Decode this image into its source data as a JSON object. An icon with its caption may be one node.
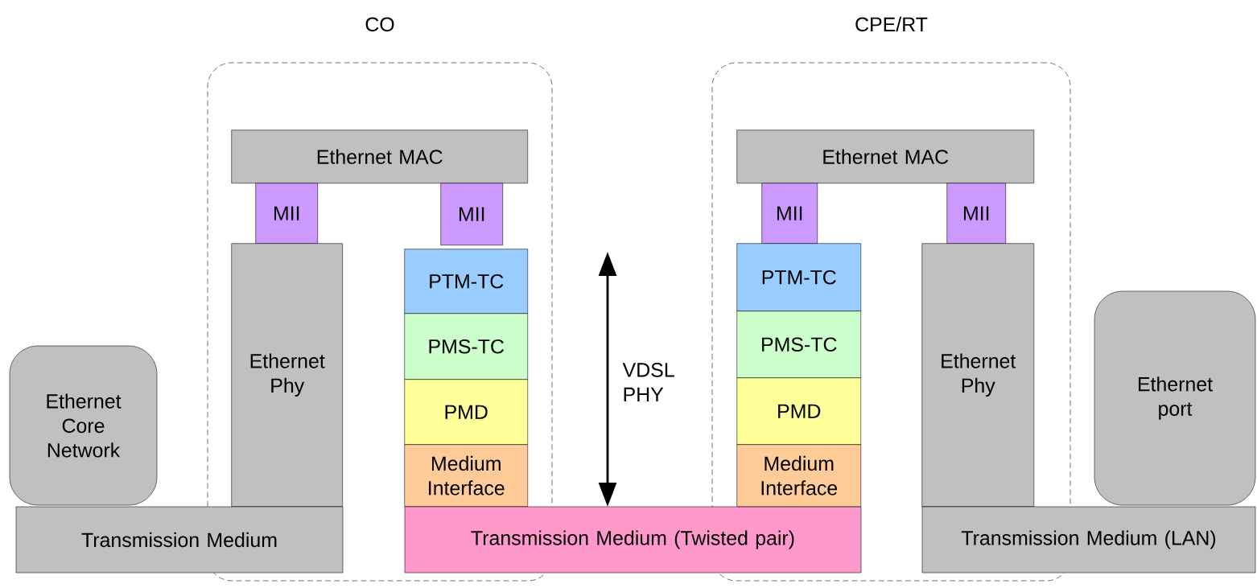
{
  "diagram": {
    "nodes": [
      {
        "text": [
          "CO"
        ]
      },
      {
        "text": [
          "CPE/RT"
        ]
      },
      {
        "text": [
          "Ethernet Core Network"
        ]
      },
      {
        "text": [
          "Ethernet MAC"
        ],
        "in": 0
      },
      {
        "text": [
          "MII"
        ],
        "in": 0
      },
      {
        "text": [
          "MII"
        ],
        "in": 0
      },
      {
        "text": [
          "Ethernet Phy"
        ],
        "in": 0
      },
      {
        "text": [
          "PTM-TC"
        ],
        "in": 0
      },
      {
        "text": [
          "PMS-TC"
        ],
        "in": 0
      },
      {
        "text": [
          "PMD"
        ],
        "in": 0
      },
      {
        "text": [
          "Medium Interface"
        ],
        "in": 0
      },
      {
        "text": [
          "Transmission Medium"
        ]
      },
      {
        "text": [
          "Transmission Medium (Twisted pair)"
        ]
      },
      {
        "text": [
          "Ethernet MAC"
        ],
        "in": 1
      },
      {
        "text": [
          "MII"
        ],
        "in": 1
      },
      {
        "text": [
          "MII"
        ],
        "in": 1
      },
      {
        "text": [
          "PTM-TC"
        ],
        "in": 1
      },
      {
        "text": [
          "PMS-TC"
        ],
        "in": 1
      },
      {
        "text": [
          "PMD"
        ],
        "in": 1
      },
      {
        "text": [
          "Medium Interface"
        ],
        "in": 1
      },
      {
        "text": [
          "Ethernet Phy"
        ],
        "in": 1
      },
      {
        "text": [
          "Ethernet port"
        ]
      },
      {
        "text": [
          "Transmission Medium (LAN)"
        ]
      }
    ],
    "labels": [
      "VDSL PHY"
    ]
  }
}
